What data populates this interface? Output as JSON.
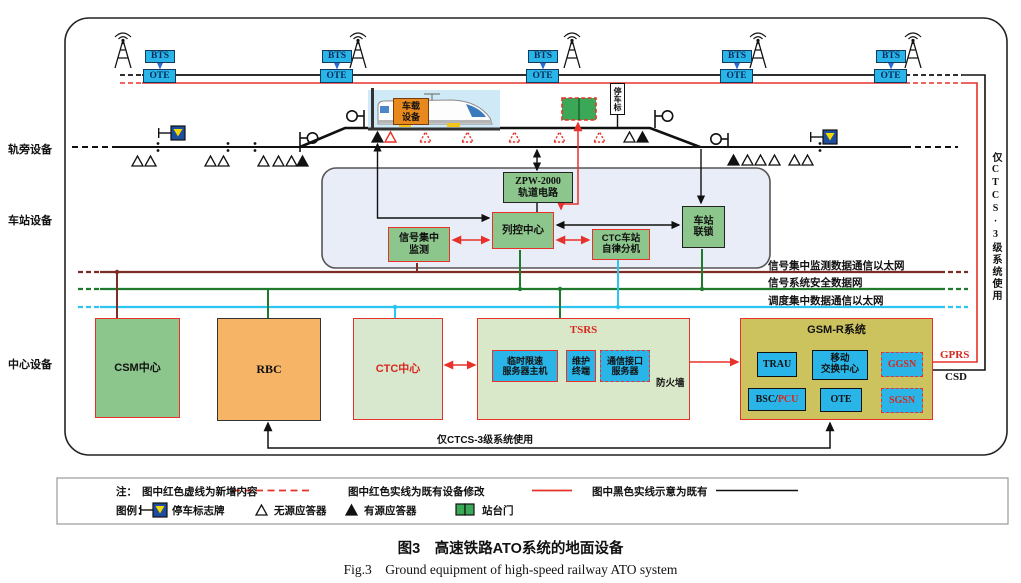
{
  "figure": {
    "caption_zh": "图3　高速铁路ATO系统的地面设备",
    "caption_en": "Fig.3　Ground equipment of high-speed railway ATO system"
  },
  "row_labels": {
    "trackside": "轨旁设备",
    "station": "车站设备",
    "center": "中心设备"
  },
  "comm": {
    "bts": "BTS",
    "ote": "OTE"
  },
  "track": {
    "stop_sign": "停车标",
    "onboard1": "车载",
    "onboard2": "设备"
  },
  "station": {
    "zpw1": "ZPW-2000",
    "zpw2": "轨道电路",
    "train_control": "列控中心",
    "monitor1": "信号集中",
    "monitor2": "监测",
    "ctc_unit1": "CTC车站",
    "ctc_unit2": "自律分机",
    "interlock1": "车站",
    "interlock2": "联锁"
  },
  "networks": {
    "monitor_net": "信号集中监测数据通信以太网",
    "safety_net": "信号系统安全数据网",
    "dispatch_net": "调度集中数据通信以太网"
  },
  "center": {
    "csm": "CSM中心",
    "rbc": "RBC",
    "ctc": "CTC中心",
    "tsrs_title": "TSRS",
    "tsrs_ls1": "临时限速",
    "tsrs_ls2": "服务器主机",
    "tsrs_wh1": "维护",
    "tsrs_wh2": "终端",
    "tsrs_comm1": "通信接口",
    "tsrs_comm2": "服务器",
    "firewall": "防火墙"
  },
  "gsmr": {
    "title": "GSM-R系统",
    "trau": "TRAU",
    "msc1": "移动",
    "msc2": "交换中心",
    "ggsn": "GGSN",
    "bsc": "BSC/",
    "pcu": "PCU",
    "ote": "OTE",
    "sgsn": "SGSN"
  },
  "annotations": {
    "gprs": "GPRS",
    "csd": "CSD",
    "right_note": "仅CTCS·3级系统使用",
    "bottom_note": "仅CTCS-3级系统使用"
  },
  "legend": {
    "note_label": "注：",
    "note1": "图中红色虚线为新增内容",
    "note2": "图中红色实线为既有设备修改",
    "note3": "图中黑色实线示意为既有",
    "legend_label": "图例：",
    "item_stop": "停车标志牌",
    "item_passive": "无源应答器",
    "item_active": "有源应答器",
    "item_door": "站台门"
  },
  "colors": {
    "accent_red": "#e8312a",
    "monitor_net": "#7b2d26",
    "safety_net": "#1f7a2d",
    "dispatch_net": "#2cc4f0",
    "device_cyan": "#29b5e8",
    "equip_green": "#8cc68c",
    "rbc_orange": "#f6b566",
    "gsmr_khaki": "#cdc35e",
    "door_green": "#3aa857",
    "station_bg": "#e9edf8"
  }
}
